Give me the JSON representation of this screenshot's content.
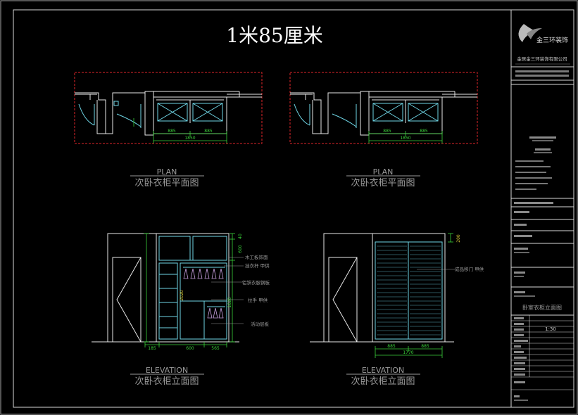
{
  "title": "1米85厘米",
  "colors": {
    "background": "#000000",
    "frame": "#d8d8d8",
    "dashed": "#e0262a",
    "drawing": "#e8e8e8",
    "cyan": "#6fd6e6",
    "dimension": "#3ad23a",
    "label": "#9a9a9a",
    "yellow": "#e0d23a"
  },
  "plan_left": {
    "tag": "PLAN",
    "caption": "次卧衣柜平面图",
    "dims": [
      "885",
      "885",
      "1850"
    ]
  },
  "plan_right": {
    "tag": "PLAN",
    "caption": "次卧衣柜平面图",
    "dims": [
      "885",
      "885",
      "1850"
    ]
  },
  "elev_left": {
    "tag": "ELEVATION",
    "caption": "次卧衣柜立面图",
    "dims_bottom": [
      "185",
      "600",
      "565"
    ],
    "dims_right": [
      "40",
      "600",
      "1620",
      "2020"
    ],
    "notes": [
      "木工板饰面",
      "挂衣杆 甲供",
      "铝铁衣服钢板",
      "拉手 甲供",
      "活动层板"
    ]
  },
  "elev_right": {
    "tag": "ELEVATION",
    "caption": "次卧衣柜立面图",
    "dims_bottom": [
      "885",
      "885",
      "1770"
    ],
    "dims_right": [
      "200"
    ],
    "notes": [
      "成品移门 甲供"
    ]
  },
  "title_block": {
    "logo_text": "金三环装饰",
    "company": "金居金三环装饰有限公司",
    "drawing_name": "卧室衣柜立面图",
    "scale": "1:30"
  }
}
